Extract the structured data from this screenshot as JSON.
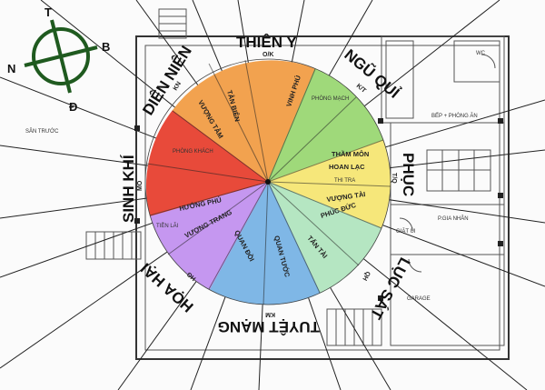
{
  "compass": {
    "north": "T",
    "south": "Đ",
    "west": "N",
    "east": "B"
  },
  "directions": {
    "thien_y": {
      "name": "THIÊN Y",
      "abbr": "O/K"
    },
    "ngu_qui": {
      "name": "NGŨ QUỈ",
      "abbr": "K/T"
    },
    "phuc_vi": {
      "name": "PHỤC",
      "abbr": "T/Q"
    },
    "luc_sat": {
      "name": "LỤC SÁT",
      "abbr": "QH"
    },
    "tuyet_mang": {
      "name": "TUYỆT MẠNG",
      "abbr": "KM"
    },
    "hoa_hai": {
      "name": "HỌA HẠI",
      "abbr": "HG"
    },
    "sinh_khi": {
      "name": "SINH KHÍ",
      "abbr": "MO"
    },
    "dien_nien": {
      "name": "DIÊN NIÊN",
      "abbr": "KN"
    }
  },
  "inner_labels": {
    "vinh_phu": "VINH PHÚ",
    "tan_bien": "TÂN BIÊN",
    "vuong_tam": "VƯỢNG TÂM",
    "phong_khach": "PHÒNG KHÁCH",
    "hoan_lac": "HOAN LẠC",
    "vuong_tai": "VƯỢNG TÀI",
    "phuc_duc": "PHÚC ĐỨC",
    "tan_tai": "TẤN TÀI",
    "quan_tuoc": "QUAN TƯỚC",
    "quan_doi": "QUAN ĐỒI",
    "vuong_trang": "VƯỢNG TRANG",
    "huong_phu": "HƯỚNG PHÚ",
    "tien_lai": "TIỀN LÃI",
    "tham_mon": "THẦM MÔN",
    "phong_mach": "PHÒNG MẠCH",
    "thi_tra": "THI TRA"
  },
  "rooms": {
    "san_truoc": "SÂN TRƯỚC",
    "bep_phong_an": "BẾP + PHÒNG ĂN",
    "phong_gia_nhan": "P.GIA NHÂN",
    "giat_ui": "GIẶT ỦI",
    "wc": "WC",
    "garage": "GARAGE"
  },
  "colors": {
    "north_sector": "#f2a24f",
    "northeast_sector": "#9fd97a",
    "east_sector": "#f6e77a",
    "south_sector": "#7fb7e6",
    "southwest_sector": "#c597f0",
    "west_sector": "#e84a3a",
    "compass": "#1f5a1f"
  }
}
